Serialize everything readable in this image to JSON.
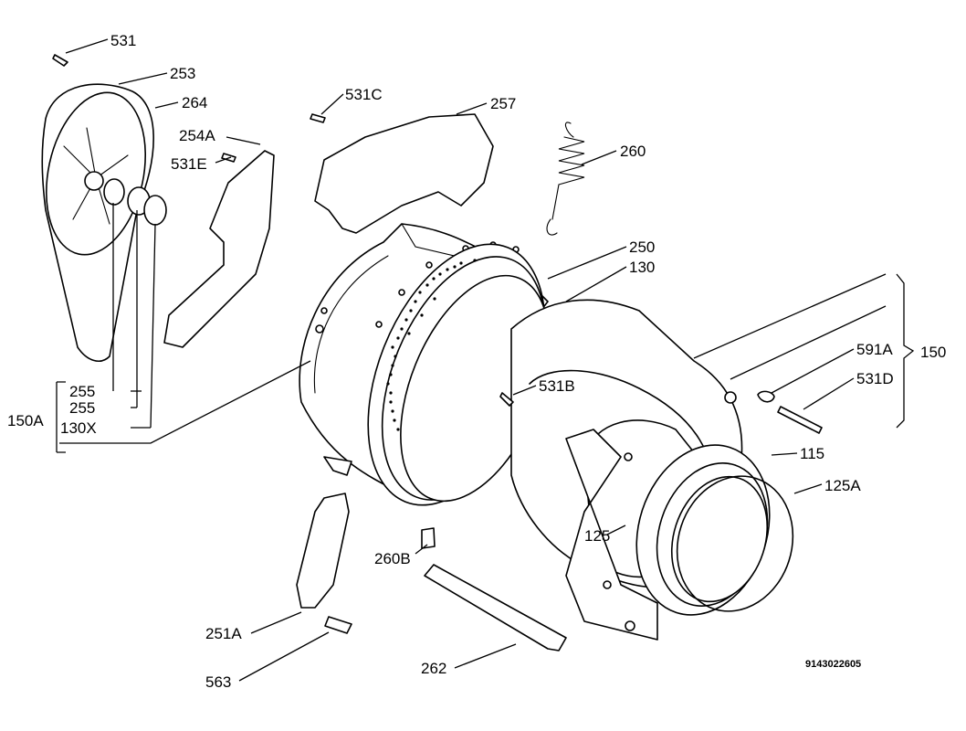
{
  "labels": {
    "l531": "531",
    "l253": "253",
    "l264": "264",
    "l254A": "254A",
    "l531E": "531E",
    "l531C": "531C",
    "l257": "257",
    "l260": "260",
    "l250": "250",
    "l130": "130",
    "l591A": "591A",
    "l150": "150",
    "l531D": "531D",
    "l531B": "531B",
    "l255a": "255",
    "l255b": "255",
    "l130X": "130X",
    "l150A": "150A",
    "l115": "115",
    "l125A": "125A",
    "l125": "125",
    "l260B": "260B",
    "l251A": "251A",
    "l563": "563",
    "l262": "262"
  },
  "drawing_code": "9143022605"
}
